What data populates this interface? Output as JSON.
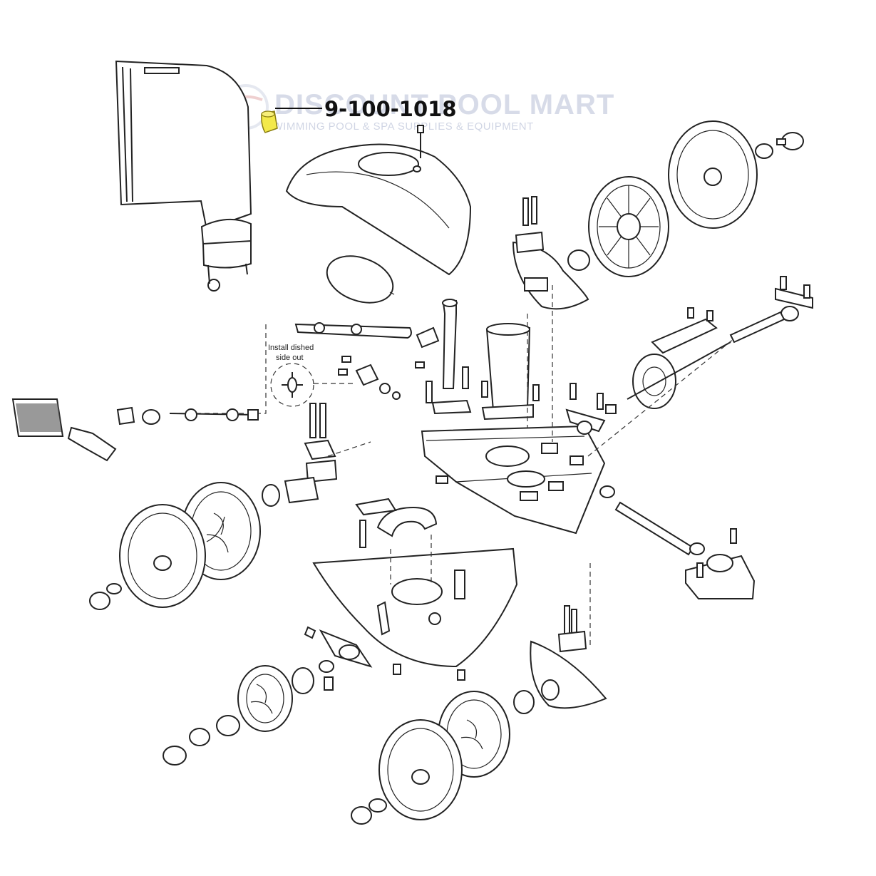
{
  "callout": {
    "part_number": "9-100-1018",
    "highlight_color": "#f3e94b"
  },
  "watermark": {
    "brand": "DISCOUNT POOL MART",
    "tagline": "SWIMMING POOL & SPA SUPPLIES & EQUIPMENT"
  },
  "notes": {
    "install_line1": "Install dished",
    "install_line2": "side out"
  }
}
